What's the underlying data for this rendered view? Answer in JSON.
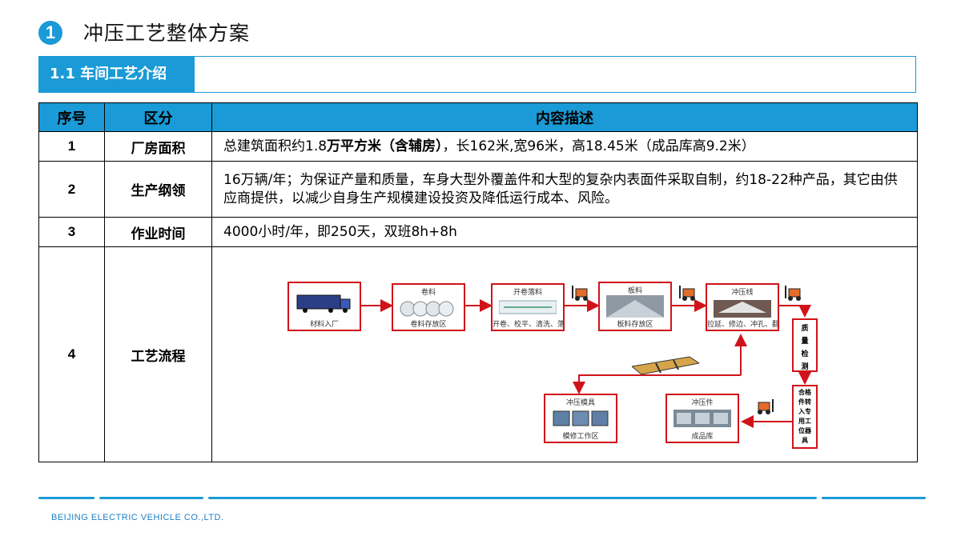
{
  "section": {
    "number": "1",
    "title": "冲压工艺整体方案"
  },
  "subsection": {
    "title": "1.1 车间工艺介绍"
  },
  "table": {
    "headers": [
      "序号",
      "区分",
      "内容描述"
    ],
    "rows": [
      {
        "no": "1",
        "category": "厂房面积",
        "desc_plain_1": "总建筑面积约1.8",
        "desc_bold": "万平方米（含辅房）",
        "desc_plain_2": "，长162米,宽96米，高18.45米（成品库高9.2米）"
      },
      {
        "no": "2",
        "category": "生产纲领",
        "desc": "16万辆/年；为保证产量和质量，车身大型外覆盖件和大型的复杂内表面件采取自制，约18-22种产品，其它由供应商提供，以减少自身生产规模建设投资及降低运行成本、风险。"
      },
      {
        "no": "3",
        "category": "作业时间",
        "desc": "4000小时/年，即250天，双班8h+8h"
      },
      {
        "no": "4",
        "category": "工艺流程"
      }
    ]
  },
  "flow": {
    "material_in": "材料入厂",
    "coil_title": "卷料",
    "coil_area": "卷料存放区",
    "blanking_title": "开卷落料",
    "blanking_steps": "开卷、校平、清洗、落料",
    "sheet_title": "板料",
    "sheet_area": "板料存放区",
    "press_title": "冲压线",
    "press_steps": "拉延、修边、冲孔、翻边",
    "quality": [
      "质",
      "量",
      "检",
      "测"
    ],
    "qualified": [
      "合格",
      "件转",
      "入专",
      "用工",
      "位器",
      "具"
    ],
    "parts_title": "冲压件",
    "parts_area": "成品库",
    "die_title": "冲压模具",
    "die_area": "模修工作区"
  },
  "footer": {
    "company": "BEIJING ELECTRIC VEHICLE CO.,LTD."
  },
  "colors": {
    "accent": "#1a9ad6",
    "flow_border": "#d0131a"
  }
}
